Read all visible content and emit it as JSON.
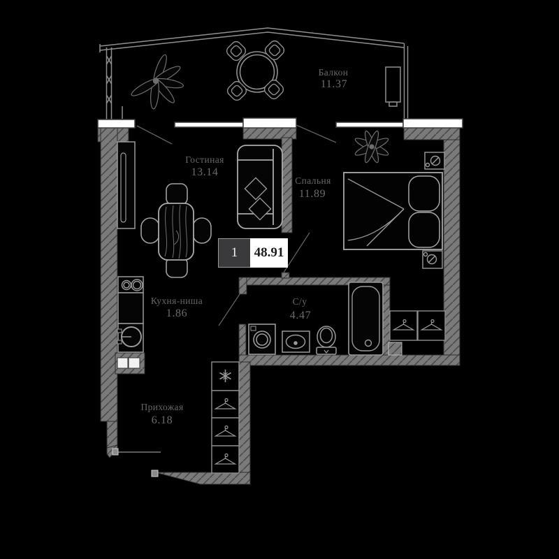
{
  "plan": {
    "type": "apartment-floor-plan",
    "background_color": "#000000",
    "wall_fill": "#7a7a7a",
    "hatch_line_color": "#4a4a4a",
    "window_color": "#ffffff",
    "furniture_line_color": "#a0a0a0",
    "label_color": "#666666",
    "rooms": [
      {
        "name": "Балкон",
        "area": "11.37"
      },
      {
        "name": "Гостиная",
        "area": "13.14"
      },
      {
        "name": "Спальня",
        "area": "11.89"
      },
      {
        "name": "Кухня-ниша",
        "area": "1.86"
      },
      {
        "name": "С/у",
        "area": "4.47"
      },
      {
        "name": "Прихожая",
        "area": "6.18"
      }
    ],
    "badge": {
      "rooms_count": "1",
      "total_area": "48.91"
    },
    "icons": {
      "fridge": "snowflake-icon",
      "wardrobe_section": "hanger-icon",
      "nightstand_lamp": "crossed-circle-icon"
    }
  }
}
